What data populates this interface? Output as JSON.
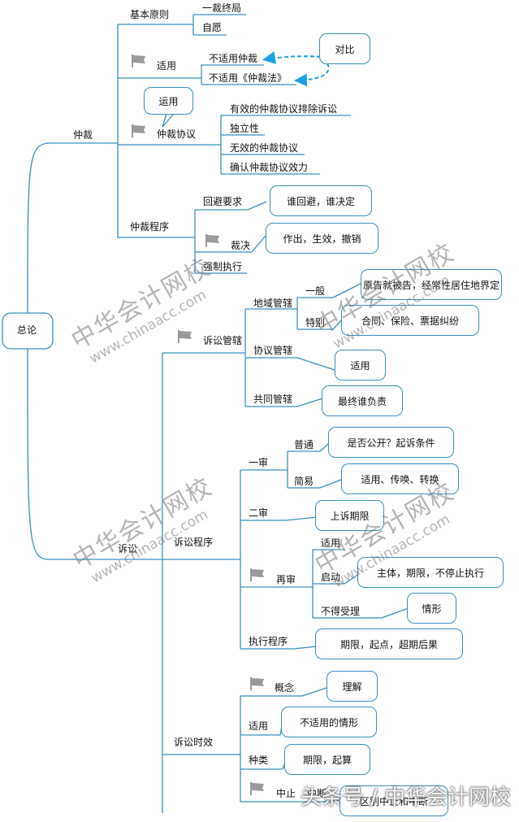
{
  "root": "总论",
  "arbitration": {
    "label": "仲裁",
    "basic_principle": "基本原则",
    "principle_items": [
      "一裁终局",
      "自愿"
    ],
    "apply": "适用",
    "apply_items": [
      "不适用仲裁",
      "不适用《仲裁法》"
    ],
    "compare_note": "对比",
    "agreement": "仲裁协议",
    "agreement_note": "运用",
    "agreement_items": [
      "有效的仲裁协议排除诉讼",
      "独立性",
      "无效的仲裁协议",
      "确认仲裁协议效力"
    ],
    "procedure": "仲裁程序",
    "avoid": "回避要求",
    "avoid_note": "谁回避，谁决定",
    "ruling": "裁决",
    "ruling_note": "作出，生效，撤销",
    "enforce": "强制执行"
  },
  "litigation": {
    "label": "诉讼",
    "jurisdiction": "诉讼管辖",
    "territorial": "地域管辖",
    "general": "一般",
    "general_note": "原告就被告，经常性居住地界定",
    "special": "特别",
    "special_note": "合同、保险、票据纠纷",
    "agreed": "协议管辖",
    "agreed_note": "适用",
    "joint": "共同管辖",
    "joint_note": "最终谁负责",
    "procedure": "诉讼程序",
    "first": "一审",
    "ordinary": "普通",
    "ordinary_note": "是否公开？起诉条件",
    "simple": "简易",
    "simple_note": "适用、传唤、转换",
    "second": "二审",
    "second_note": "上诉期限",
    "retrial": "再审",
    "retrial_apply": "适用",
    "retrial_start": "启动",
    "retrial_start_note": "主体，期限，不停止执行",
    "retrial_reject": "不得受理",
    "retrial_reject_note": "情形",
    "execution": "执行程序",
    "execution_note": "期限，起点，超期后果",
    "limitation": "诉讼时效",
    "concept": "概念",
    "concept_note": "理解",
    "lim_apply": "适用",
    "lim_apply_note": "不适用的情形",
    "kinds": "种类",
    "kinds_note": "期限，起算",
    "suspend": "中止",
    "interrupt": "中断",
    "suspend_note": "区别中止和中断"
  },
  "watermark": {
    "cn": "中华会计网校",
    "en": "www.chinaacc.com"
  },
  "footer": "头条号 / 中华会计网校",
  "colors": {
    "line": "#3a8fbe",
    "accent": "#1ea1e6",
    "flag": "#9a9a9a"
  }
}
